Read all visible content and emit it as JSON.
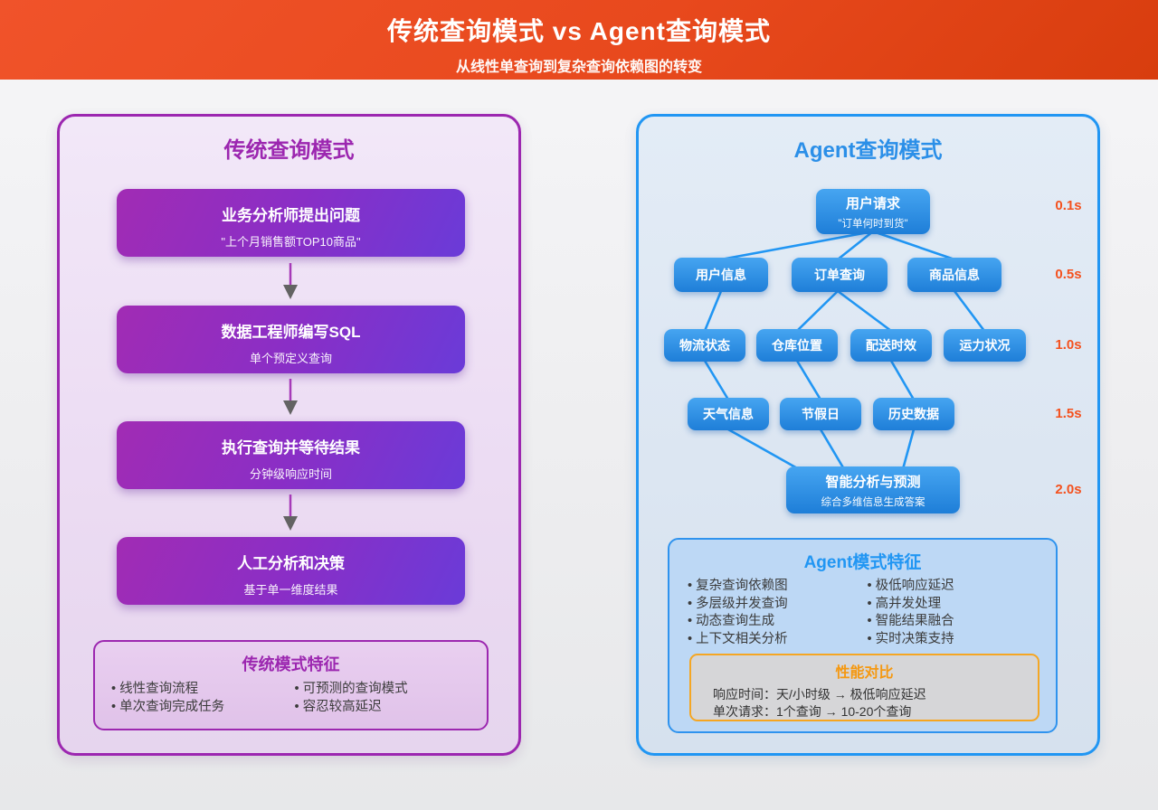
{
  "header": {
    "title": "传统查询模式 vs Agent查询模式",
    "subtitle": "从线性单查询到复杂查询依赖图的转变"
  },
  "traditional": {
    "title": "传统查询模式",
    "steps": [
      {
        "title": "业务分析师提出问题",
        "subtitle": "\"上个月销售额TOP10商品\""
      },
      {
        "title": "数据工程师编写SQL",
        "subtitle": "单个预定义查询"
      },
      {
        "title": "执行查询并等待结果",
        "subtitle": "分钟级响应时间"
      },
      {
        "title": "人工分析和决策",
        "subtitle": "基于单一维度结果"
      }
    ],
    "features": {
      "title": "传统模式特征",
      "left": [
        "线性查询流程",
        "单次查询完成任务"
      ],
      "right": [
        "可预测的查询模式",
        "容忍较高延迟"
      ]
    }
  },
  "agent": {
    "title": "Agent查询模式",
    "root": {
      "title": "用户请求",
      "subtitle": "\"订单何时到货\""
    },
    "level2": [
      "用户信息",
      "订单查询",
      "商品信息"
    ],
    "level3": [
      "物流状态",
      "仓库位置",
      "配送时效",
      "运力状况"
    ],
    "level4": [
      "天气信息",
      "节假日",
      "历史数据"
    ],
    "final": {
      "title": "智能分析与预测",
      "subtitle": "综合多维信息生成答案"
    },
    "timings": [
      "0.1s",
      "0.5s",
      "1.0s",
      "1.5s",
      "2.0s"
    ],
    "features": {
      "title": "Agent模式特征",
      "left": [
        "复杂查询依赖图",
        "多层级并发查询",
        "动态查询生成",
        "上下文相关分析"
      ],
      "right": [
        "极低响应延迟",
        "高并发处理",
        "智能结果融合",
        "实时决策支持"
      ]
    },
    "performance": {
      "title": "性能对比",
      "lines": [
        "响应时间：天/小时级 → 极低响应延迟",
        "单次请求：1个查询 → 10-20个查询"
      ]
    }
  },
  "colors": {
    "header_orange": "#e8491d",
    "traditional_purple": "#9c27b0",
    "agent_blue": "#2196f3",
    "timing_orange": "#f4511e",
    "performance_border": "#f5a623"
  }
}
